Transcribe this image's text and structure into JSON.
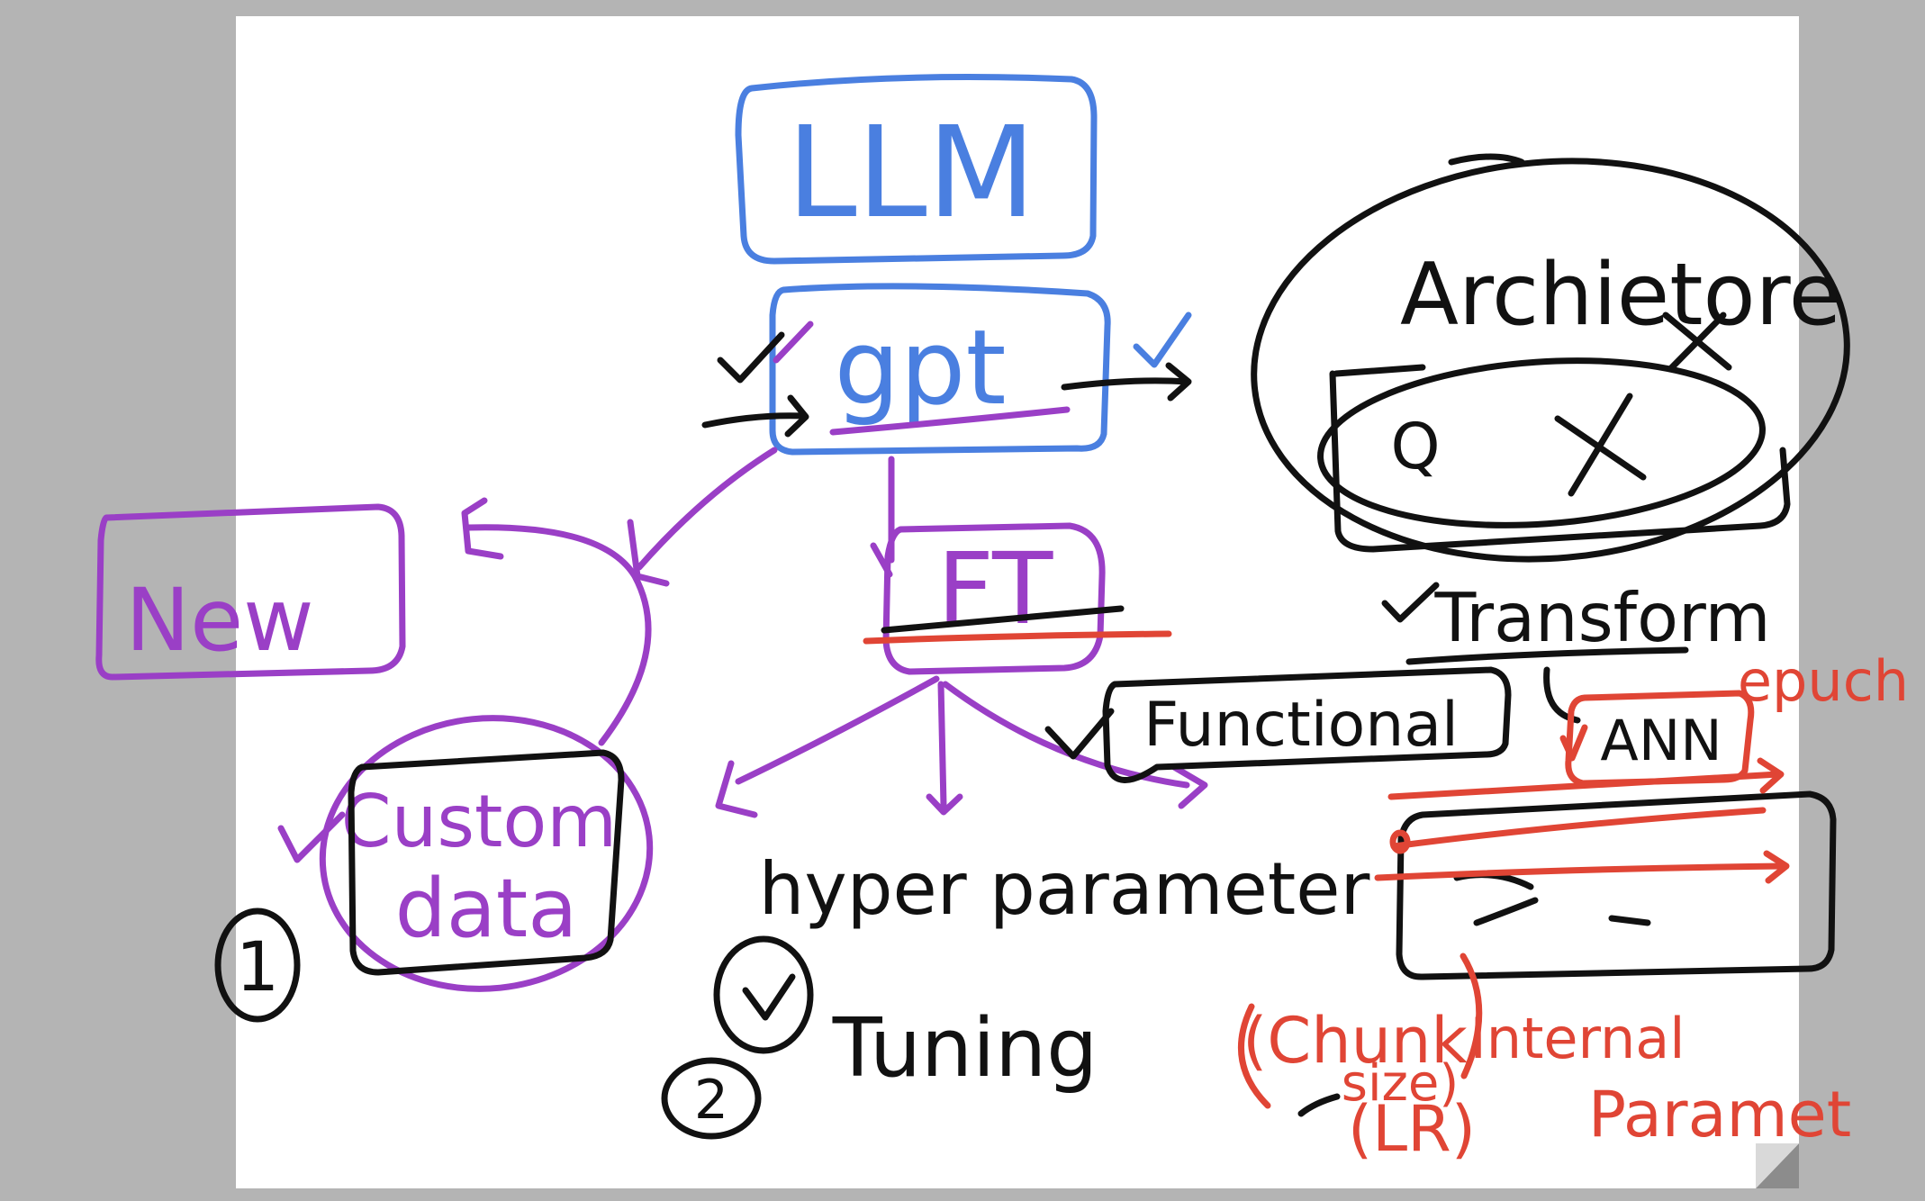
{
  "colors": {
    "blue": "#4a7fe0",
    "purple": "#9a3fc6",
    "black": "#111111",
    "red": "#e04535",
    "canvas": "#ffffff",
    "background": "#b4b4b4"
  },
  "nodes": {
    "llm": "LLM",
    "gpt": "gpt",
    "ft": "FT",
    "new": "New",
    "custom_data": [
      "Custom",
      "data"
    ],
    "architecture": "Archietore",
    "q": "Q",
    "transform": "Transform",
    "functional": "Functional",
    "ann": "ANN",
    "epoch": "epuch",
    "hyperparameter": "hyper parameter",
    "tuning": "Tuning",
    "step_1": "1",
    "step_2": "2",
    "chunk_size": [
      "(Chunk",
      "size)"
    ],
    "lr": "(LR)",
    "internal_parameter": [
      "Internal",
      "Paramet"
    ]
  }
}
